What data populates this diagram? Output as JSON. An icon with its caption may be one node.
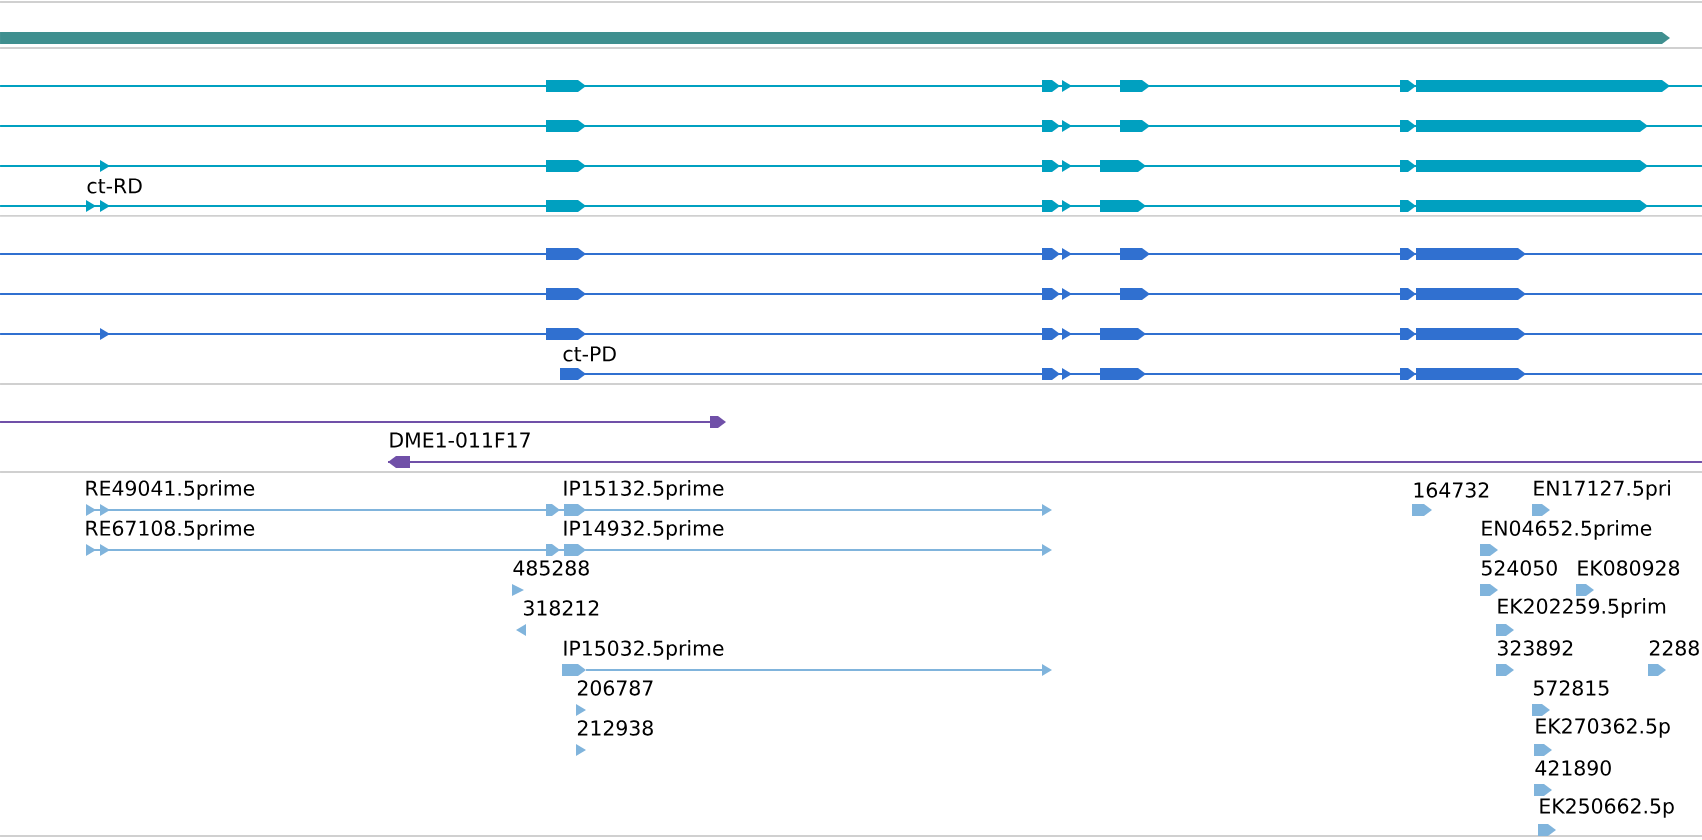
{
  "diagram": {
    "labels": [
      "ct-RD",
      "ct-PD",
      "DME1-011F17",
      "RE49041.5prime",
      "IP15132.5prime",
      "164732",
      "EN17127.5pri",
      "RE67108.5prime",
      "IP14932.5prime",
      "EN04652.5prime",
      "485288",
      "524050",
      "EK080928",
      "318212",
      "EK202259.5prim",
      "IP15032.5prime",
      "323892",
      "2288",
      "206787",
      "572815",
      "212938",
      "EK270362.5p",
      "421890",
      "EK250662.5p"
    ]
  }
}
